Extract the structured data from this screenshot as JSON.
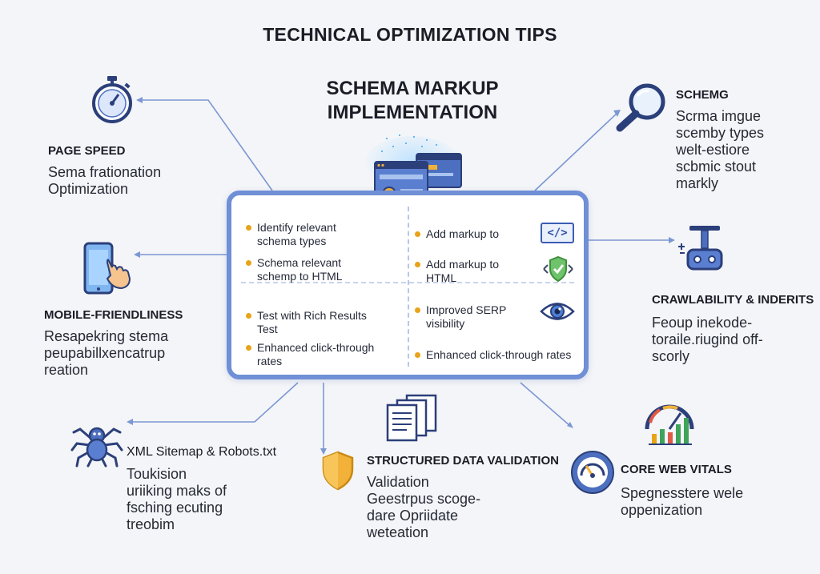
{
  "title": "TECHNICAL OPTIMIZATION TIPS",
  "center": {
    "title_line1": "SCHEMA MARKUP",
    "title_line2": "IMPLEMENTATION",
    "items_left": [
      {
        "line1": "Identify relevant",
        "line2": "schema types"
      },
      {
        "line1": "Schema relevant",
        "line2": "schemp to HTML"
      },
      {
        "line1": "Test with Rich Results",
        "line2": "Test"
      },
      {
        "line1": "Enhanced click-through",
        "line2": "rates"
      }
    ],
    "items_right": [
      {
        "line1": "Add markup to",
        "line2": ""
      },
      {
        "line1": "Add markup to",
        "line2": "HTML"
      },
      {
        "line1": "Improved SERP",
        "line2": "visibility"
      },
      {
        "line1": "Enhanced click-through rates",
        "line2": ""
      }
    ],
    "code_symbol": "</>"
  },
  "nodes": {
    "page_speed": {
      "title": "PAGE SPEED",
      "desc": [
        "Sema frationation",
        "Optimization"
      ]
    },
    "schemg": {
      "title": "SCHEMG",
      "desc": [
        "Scrma imgue",
        "scemby types",
        "welt-estiore",
        "scbmic stout",
        "markly"
      ]
    },
    "mobile": {
      "title": "MOBILE-FRIENDLINESS",
      "desc": [
        "Resapekring stema",
        "peupabillxencatrup",
        "reation"
      ]
    },
    "crawl": {
      "title": "CRAWLABILITY & INDERITS",
      "desc": [
        "Feoup inekode-",
        "toraile.riugind off-",
        "scorly"
      ]
    },
    "xml": {
      "title": "XML Sitemap & Robots.txt",
      "desc": [
        "Toukision",
        "uriiking maks of",
        "fsching ecuting",
        "treobim"
      ]
    },
    "structured": {
      "title": "STRUCTURED DATA VALIDATION",
      "desc": [
        "Validation",
        "Geestrpus scoge-",
        "dare Opriidate",
        "weteation"
      ]
    },
    "cwv": {
      "title": "CORE WEB VITALS",
      "desc": [
        "Spegnesstere wele",
        "oppenization"
      ]
    }
  },
  "colors": {
    "accent": "#6f8fd6",
    "bullet": "#e8a317",
    "line": "#7c97d3"
  }
}
